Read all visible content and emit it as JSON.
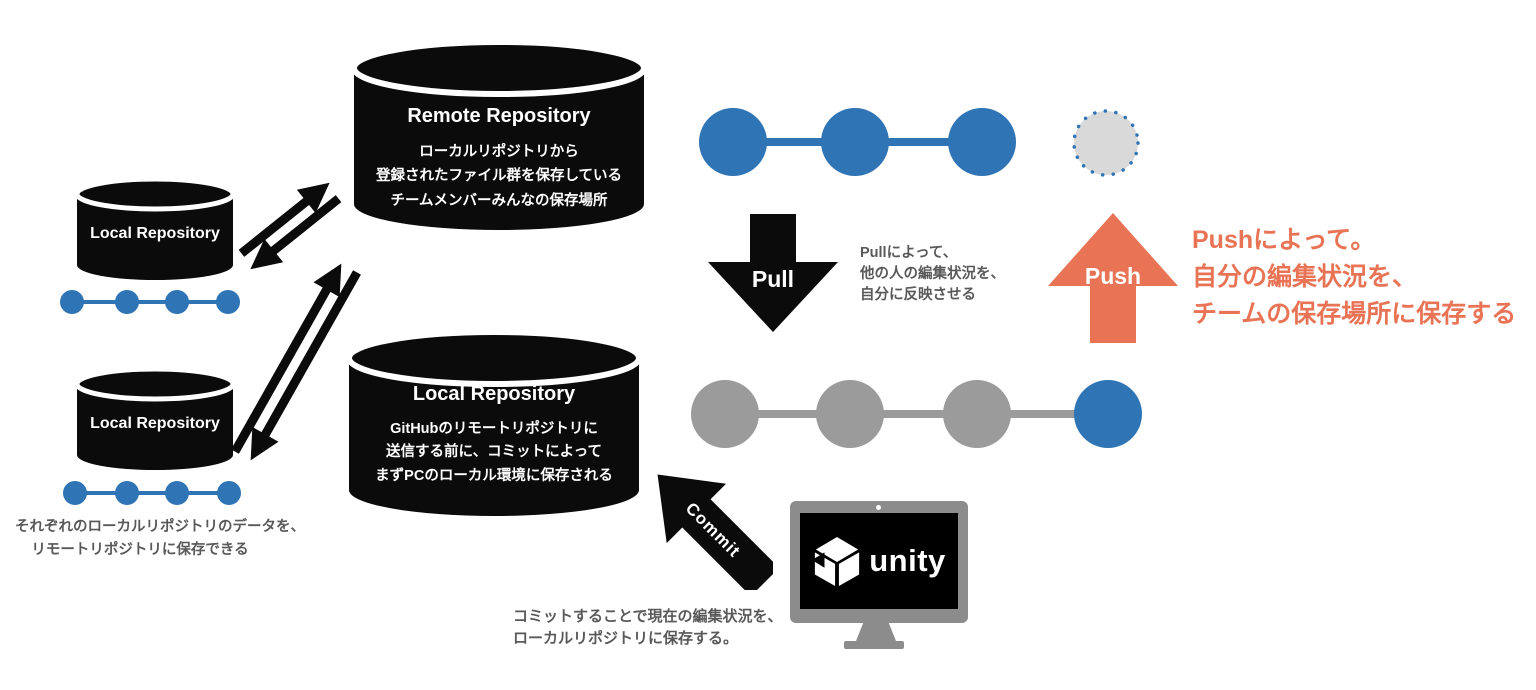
{
  "diagram": {
    "remote_repository": {
      "title": "Remote Repository",
      "line1": "ローカルリポジトリから",
      "line2": "登録されたファイル群を保存している",
      "line3": "チームメンバーみんなの保存場所"
    },
    "local_repository_main": {
      "title": "Local Repository",
      "line1": "GitHubのリモートリポジトリに",
      "line2": "送信する前に、コミットによって",
      "line3": "まずPCのローカル環境に保存される"
    },
    "local_repository_top": {
      "title": "Local Repository"
    },
    "local_repository_bottom": {
      "title": "Local Repository"
    },
    "left_caption": {
      "line1": "それぞれのローカルリポジトリのデータを、",
      "line2": "リモートリポジトリに保存できる"
    },
    "pull": {
      "label": "Pull",
      "caption_line1": "Pullによって、",
      "caption_line2": "他の人の編集状況を、",
      "caption_line3": "自分に反映させる"
    },
    "push": {
      "label": "Push",
      "caption_line1": "Pushによって。",
      "caption_line2": "自分の編集状況を、",
      "caption_line3": "チームの保存場所に保存する"
    },
    "commit": {
      "label": "Commit",
      "caption_line1": "コミットすることで現在の編集状況を、",
      "caption_line2": "ローカルリポジトリに保存する。"
    },
    "unity": {
      "label": "unity"
    },
    "colors": {
      "blue": "#2F74B5",
      "gray": "#9B9B9B",
      "light_gray": "#D9D9D9",
      "orange": "#E97355",
      "black": "#0B0B0B",
      "caption_gray": "#595959",
      "monitor_gray": "#8C8C8C"
    }
  }
}
